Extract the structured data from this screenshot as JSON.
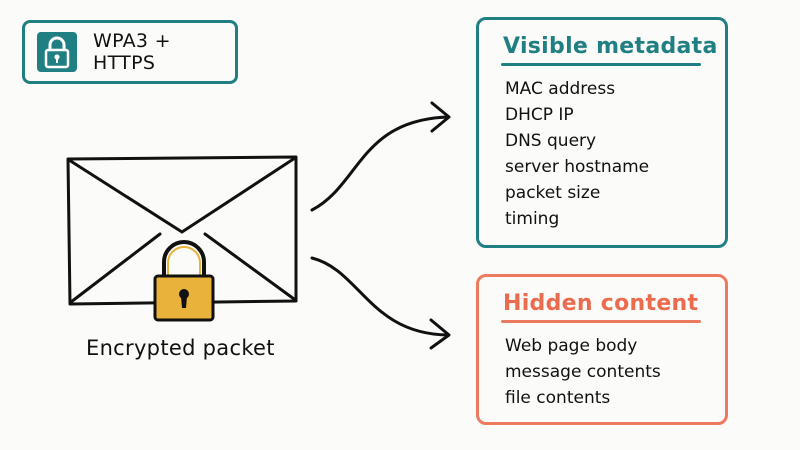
{
  "badge": {
    "label": "WPA3 + HTTPS",
    "icon": "padlock-icon",
    "color": "#1f7f82"
  },
  "packet": {
    "label": "Encrypted packet",
    "icon": "envelope-icon",
    "lock_icon": "padlock-icon",
    "lock_color": "#e9b23a"
  },
  "visible_panel": {
    "title": "Visible metadata",
    "color": "#1f7f82",
    "items": [
      "MAC address",
      "DHCP IP",
      "DNS query",
      "server hostname",
      "packet size",
      "timing"
    ]
  },
  "hidden_panel": {
    "title": "Hidden content",
    "color": "#ec7a5e",
    "items": [
      "Web page body",
      "message contents",
      "file contents"
    ]
  }
}
